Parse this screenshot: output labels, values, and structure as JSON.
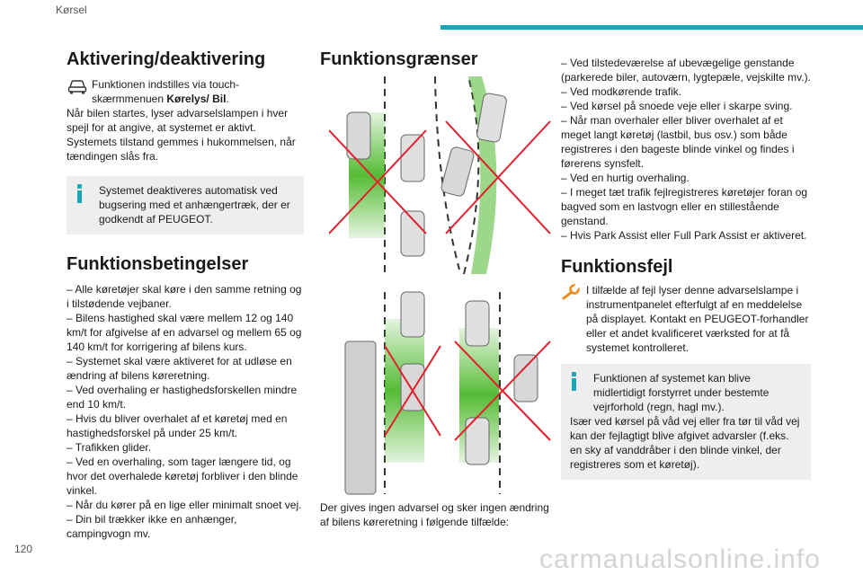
{
  "header": {
    "section": "Kørsel",
    "page_number": "120"
  },
  "watermark": "carmanualsonline.info",
  "col1": {
    "h_activation": "Aktivering/deaktivering",
    "activation_lead": "Funktionen indstilles via touch-skærmmenuen ",
    "activation_menu": "Kørelys/ Bil",
    "activation_period": ".",
    "activation_body": "Når bilen startes, lyser advarselslampen i hver spejl for at angive, at systemet er aktivt. Systemets tilstand gemmes i hukommelsen, når tændingen slås fra.",
    "note_line1": "Systemet deaktiveres automatisk ved",
    "note_line2": "bugsering med et anhængertræk, der er godkendt af PEUGEOT.",
    "h_conditions": "Funktionsbetingelser",
    "conditions": [
      "– Alle køretøjer skal køre i den samme retning og i tilstødende vejbaner.",
      "– Bilens hastighed skal være mellem 12 og 140 km/t for afgivelse af en advarsel og mellem 65 og 140 km/t for korrigering af bilens kurs.",
      "– Systemet skal være aktiveret for at udløse en ændring af bilens køreretning.",
      "– Ved overhaling er hastighedsforskellen mindre end 10 km/t.",
      "– Hvis du bliver overhalet af et køretøj med en hastighedsforskel på under 25 km/t.",
      "– Trafikken glider.",
      "– Ved en overhaling, som tager længere tid, og hvor det overhalede køretøj forbliver i den blinde vinkel.",
      "– Når du kører på en lige eller minimalt snoet vej.",
      "– Din bil trækker ikke en anhænger, campingvogn mv."
    ]
  },
  "col2": {
    "h_limits": "Funktionsgrænser",
    "caption": "Der gives ingen advarsel og sker ingen ændring af bilens køreretning i følgende tilfælde:"
  },
  "col3": {
    "limits": [
      "– Ved tilstedeværelse af ubevægelige genstande (parkerede biler, autoværn, lygtepæle, vejskilte mv.).",
      "– Ved modkørende trafik.",
      "– Ved kørsel på snoede veje eller i skarpe sving.",
      "– Når man overhaler eller bliver overhalet af et meget langt køretøj (lastbil, bus osv.) som både registreres i den bageste blinde vinkel og findes i førerens synsfelt.",
      "– Ved en hurtig overhaling.",
      "– I meget tæt trafik fejlregistreres køretøjer foran og bagved som en lastvogn eller en stillestående genstand.",
      "– Hvis Park Assist eller Full Park Assist er aktiveret."
    ],
    "h_fault": "Funktionsfejl",
    "fault_body": "I tilfælde af fejl lyser denne advarselslampe i instrumentpanelet efterfulgt af en meddelelse på displayet. Kontakt en PEUGEOT-forhandler eller et andet kvalificeret værksted for at få systemet kontrolleret.",
    "note_line1": "Funktionen af systemet kan blive",
    "note_line2": "midlertidigt forstyrret under bestemte vejrforhold (regn, hagl mv.).",
    "note_line3": "Især ved kørsel på våd vej eller fra tør til våd vej kan der fejlagtigt blive afgivet advarsler (f.eks. en sky af vanddråber i den blinde vinkel, der registreres som et køretøj)."
  },
  "colors": {
    "accent": "#13a7b7",
    "wrench": "#f08a1c",
    "green": "#4cb82a",
    "cross": "#e0202a"
  },
  "icons": [
    "car-icon",
    "info-icon",
    "wrench-icon"
  ]
}
